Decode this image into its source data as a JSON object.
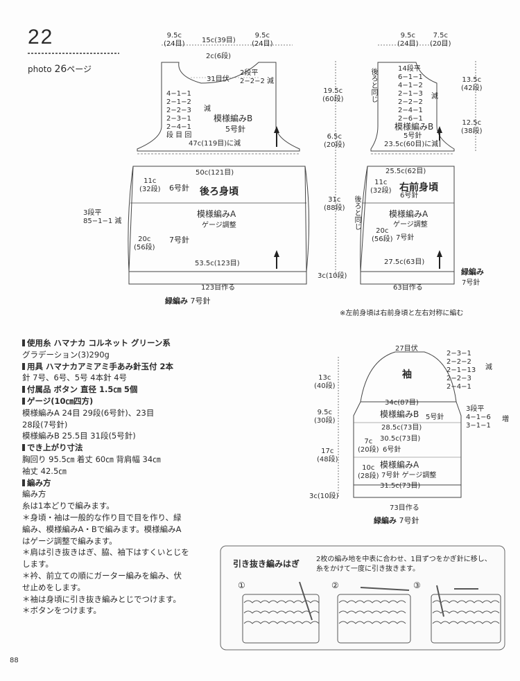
{
  "header": {
    "pattern_number": "22",
    "photo_label": "photo",
    "photo_page": "26",
    "photo_suffix": "ページ"
  },
  "back": {
    "top_left": "9.5c",
    "top_left_sub": "(24目)",
    "top_mid": "15c(39目)",
    "top_right": "9.5c",
    "top_right_sub": "(24目)",
    "neck_width": "2c(6段)",
    "neck_stitch": "31目伏",
    "neck_dec": [
      "2段平",
      "2−2−2 減"
    ],
    "armhole_table": [
      "4−1−1",
      "2−1−2",
      "2−2−3",
      "2−3−1",
      "2−4−1",
      "段 目 回"
    ],
    "armhole_dec_mark": "減",
    "yoke_pattern": "模様編みB",
    "yoke_needle": "5号針",
    "yoke_bottom": "47c(119目)に減",
    "body_top": "50c(121目)",
    "upper_len": "11c",
    "upper_len_sub": "(32段)",
    "upper_needle": "6号針",
    "title": "後ろ身頃",
    "side_dec": [
      "3段平",
      "85−1−1 減"
    ],
    "body_pattern": "模様編みA",
    "gauge_adjust": "ゲージ調整",
    "lower_len": "20c",
    "lower_len_sub": "(56段)",
    "lower_needle": "7号針",
    "body_bottom": "53.5c(123目)",
    "cast_on": "123目作る",
    "ribbing": "緑編み",
    "ribbing_needle": "7号針"
  },
  "vertical_dims": {
    "yoke_len": "19.5c",
    "yoke_rows": "(60段)",
    "shoulder_len": "6.5c",
    "shoulder_rows": "(20段)",
    "body_len": "31c",
    "body_rows": "(88段)",
    "rib_len": "3c(10段)"
  },
  "front": {
    "top_left": "9.5c",
    "top_left_sub": "(24目)",
    "top_right": "7.5c",
    "top_right_sub": "(20目)",
    "same_as_back_top": "後ろと同じ",
    "neck_table": [
      "14段平",
      "6−1−1",
      "4−1−2",
      "2−1−3",
      "2−2−2",
      "2−4−1",
      "2−6−1"
    ],
    "neck_dec_mark": "減",
    "right_top": "13.5c",
    "right_top_sub": "(42段)",
    "right_mid": "12.5c",
    "right_mid_sub": "(38段)",
    "yoke_pattern": "模様編みB",
    "yoke_needle": "5号針",
    "yoke_bottom": "23.5c(60目)に減",
    "body_top": "25.5c(62目)",
    "upper_len": "11c",
    "upper_len_sub": "(32段)",
    "title": "右前身頃",
    "upper_needle": "6号針",
    "same_as_back_side": "後ろと同じ",
    "body_pattern": "模様編みA",
    "gauge_adjust": "ゲージ調整",
    "lower_len": "20c",
    "lower_len_sub": "(56段)",
    "lower_needle": "7号針",
    "body_bottom": "27.5c(63目)",
    "cast_on": "63目作る",
    "ribbing": "緑編み",
    "ribbing_needle": "7号針",
    "note": "※左前身頃は右前身頃と左右対称に編む"
  },
  "sleeve": {
    "cap_top": "27目伏",
    "cap_table": [
      "2−3−1",
      "2−2−2",
      "2−1−13",
      "2−2−3",
      "2−4−1"
    ],
    "cap_dec_mark": "減",
    "title": "袖",
    "cap_len": "13c",
    "cap_rows": "(40段)",
    "width": "34c(87目)",
    "inc_table": [
      "3段平",
      "4−1−6",
      "3−1−1"
    ],
    "inc_mark": "増",
    "upper_len": "9.5c",
    "upper_rows": "(30段)",
    "pattern_b": "模様編みB",
    "needle_b": "5号針",
    "w1": "28.5c(73目)",
    "w2": "30.5c(73目)",
    "mid_len": "7c",
    "mid_rows": "(20段)",
    "needle_mid": "6号針",
    "body_len": "17c",
    "body_rows": "(48段)",
    "lower_len": "10c",
    "lower_rows": "(28段)",
    "pattern_a": "模様編みA",
    "needle_a": "7号針",
    "gauge_adjust": "ゲージ調整",
    "w3": "31.5c(73目)",
    "rib_len": "3c(10段)",
    "cast_on": "73目作る",
    "ribbing": "緑編み",
    "ribbing_needle": "7号針"
  },
  "instructions": [
    {
      "type": "h",
      "text": "使用糸 ハマナカ コルネット グリーン系"
    },
    {
      "type": "p",
      "text": "グラデーション(3)290g"
    },
    {
      "type": "h",
      "text": "用具 ハマナカアミアミ手あみ針玉付 2本"
    },
    {
      "type": "p",
      "text": "針 7号、6号、5号 4本針 4号"
    },
    {
      "type": "h",
      "text": "付属品 ボタン 直径 1.5㎝ 5個"
    },
    {
      "type": "h",
      "text": "ゲージ(10㎝四方)"
    },
    {
      "type": "p",
      "text": "模様編みA 24目 29段(6号針)、23目"
    },
    {
      "type": "p",
      "text": "28段(7号針)"
    },
    {
      "type": "p",
      "text": "模様編みB 25.5目 31段(5号針)"
    },
    {
      "type": "h",
      "text": "でき上がり寸法"
    },
    {
      "type": "p",
      "text": "胸回り 95.5㎝ 着丈 60㎝ 背肩幅 34㎝"
    },
    {
      "type": "p",
      "text": "袖丈 42.5㎝"
    },
    {
      "type": "h",
      "text": "編み方"
    },
    {
      "type": "p",
      "text": "編み方"
    },
    {
      "type": "p",
      "text": "糸は1本どりで編みます。"
    },
    {
      "type": "p",
      "text": "＊身頃・袖は一般的な作り目で目を作り、緑"
    },
    {
      "type": "p",
      "text": "編み、模様編みA・Bで編みます。模様編みA"
    },
    {
      "type": "p",
      "text": "はゲージ調整で編みます。"
    },
    {
      "type": "p",
      "text": "＊肩は引き抜きはぎ、脇、袖下はすくいとじを"
    },
    {
      "type": "p",
      "text": "します。"
    },
    {
      "type": "p",
      "text": "＊衿、前立ての順にガーター編みを編み、伏"
    },
    {
      "type": "p",
      "text": "せ止めをします。"
    },
    {
      "type": "p",
      "text": "＊袖は身頃に引き抜き編みとじでつけます。"
    },
    {
      "type": "p",
      "text": "＊ボタンをつけます。"
    }
  ],
  "technique_box": {
    "title": "引き抜き編みはぎ",
    "desc1": "2枚の編み地を中表に合わせ、1目ずつをかぎ針に移し、",
    "desc2": "糸をかけて一度に引き抜きます。",
    "step1": "①",
    "step2": "②",
    "step3": "③"
  },
  "page_number": "88"
}
